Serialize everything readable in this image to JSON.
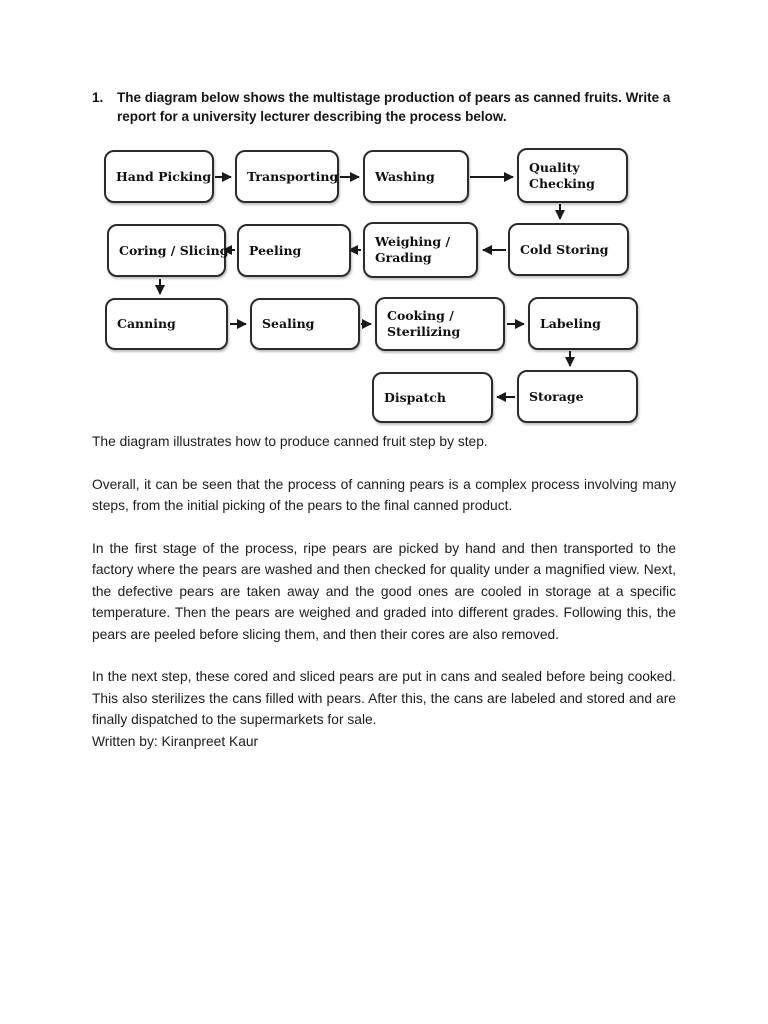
{
  "heading": {
    "number": "1.",
    "text": "The diagram below shows the multistage production of pears as canned fruits. Write a report for a university lecturer describing the process below."
  },
  "diagram": {
    "boxes": [
      {
        "label": "Hand Picking"
      },
      {
        "label": "Transporting"
      },
      {
        "label": "Washing"
      },
      {
        "label": "Quality Checking"
      },
      {
        "label": "Coring / Slicing"
      },
      {
        "label": "Peeling"
      },
      {
        "label": "Weighing / Grading"
      },
      {
        "label": "Cold Storing"
      },
      {
        "label": "Canning"
      },
      {
        "label": "Sealing"
      },
      {
        "label": "Cooking / Sterilizing"
      },
      {
        "label": "Labeling"
      },
      {
        "label": "Dispatch"
      },
      {
        "label": "Storage"
      }
    ],
    "edges": [
      {
        "from": "Hand Picking",
        "to": "Transporting"
      },
      {
        "from": "Transporting",
        "to": "Washing"
      },
      {
        "from": "Washing",
        "to": "Quality Checking"
      },
      {
        "from": "Quality Checking",
        "to": "Cold Storing"
      },
      {
        "from": "Cold Storing",
        "to": "Weighing / Grading"
      },
      {
        "from": "Weighing / Grading",
        "to": "Peeling"
      },
      {
        "from": "Peeling",
        "to": "Coring / Slicing"
      },
      {
        "from": "Coring / Slicing",
        "to": "Canning"
      },
      {
        "from": "Canning",
        "to": "Sealing"
      },
      {
        "from": "Sealing",
        "to": "Cooking / Sterilizing"
      },
      {
        "from": "Cooking / Sterilizing",
        "to": "Labeling"
      },
      {
        "from": "Labeling",
        "to": "Storage"
      },
      {
        "from": "Storage",
        "to": "Dispatch"
      }
    ]
  },
  "body": {
    "paragraphs": [
      "The diagram illustrates how to produce canned fruit step by step.",
      "Overall, it can be seen that the process of canning pears is a complex process involving many steps, from the initial picking of the pears to the final canned product.",
      "In the first stage of the process, ripe pears are picked by hand and then transported to the factory where the pears are washed and then checked for quality under a magnified view. Next, the defective pears are taken away and the good ones are cooled in storage at a specific temperature. Then the pears are weighed and graded into different grades. Following this, the pears are peeled before slicing them, and then their cores are also removed.",
      "In the next step, these cored and sliced pears are put in cans and sealed before being cooked. This also sterilizes the cans filled with pears. After this, the cans are labeled and stored and are finally dispatched to the supermarkets for sale.",
      "Written by: Kiranpreet Kaur"
    ]
  }
}
